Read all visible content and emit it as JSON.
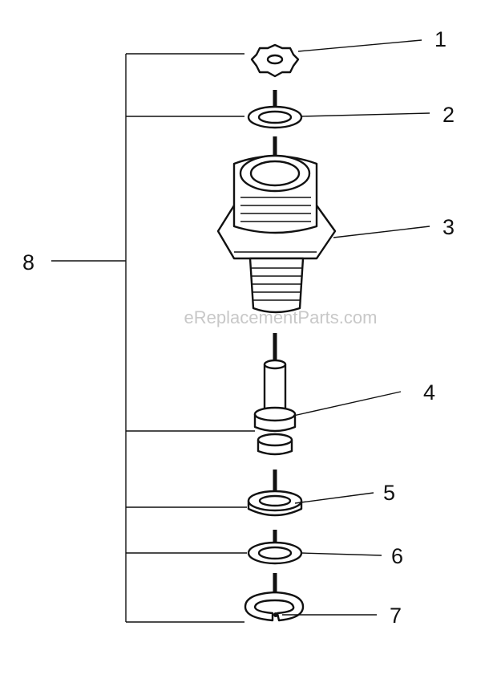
{
  "diagram": {
    "watermark": "eReplacementParts.com",
    "callouts": [
      {
        "id": "1",
        "label": "1"
      },
      {
        "id": "2",
        "label": "2"
      },
      {
        "id": "3",
        "label": "3"
      },
      {
        "id": "4",
        "label": "4"
      },
      {
        "id": "5",
        "label": "5"
      },
      {
        "id": "6",
        "label": "6"
      },
      {
        "id": "7",
        "label": "7"
      },
      {
        "id": "8",
        "label": "8"
      }
    ]
  }
}
